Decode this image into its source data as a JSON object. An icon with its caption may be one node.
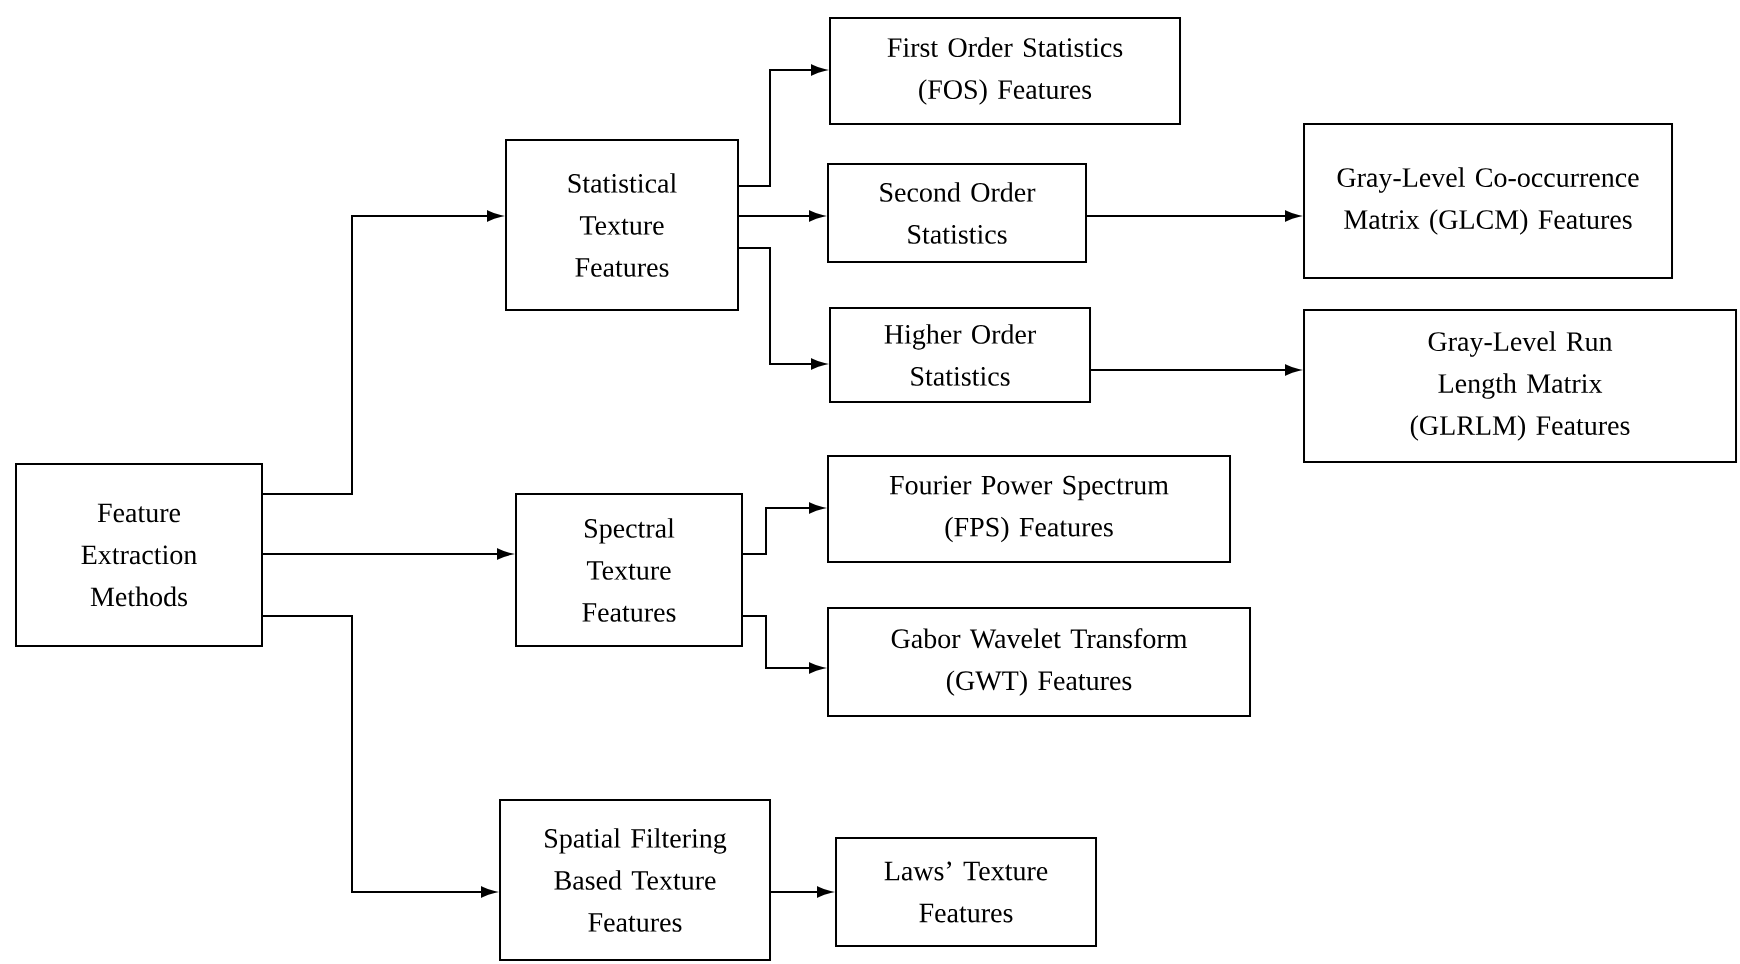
{
  "diagram": {
    "nodes": [
      {
        "text": [
          "Feature Extraction Methods"
        ]
      },
      {
        "text": [
          "Statistical Texture Features"
        ]
      },
      {
        "text": [
          "Spectral Texture Features"
        ]
      },
      {
        "text": [
          "Spatial Filtering Based Texture Features"
        ]
      },
      {
        "text": [
          "First Order Statistics (FOS) Features"
        ]
      },
      {
        "text": [
          "Second Order Statistics"
        ]
      },
      {
        "text": [
          "Higher Order Statistics"
        ]
      },
      {
        "text": [
          "Fourier Power Spectrum (FPS) Features"
        ]
      },
      {
        "text": [
          "Gabor Wavelet Transform (GWT) Features"
        ]
      },
      {
        "text": [
          "Laws’ Texture Features"
        ]
      },
      {
        "text": [
          "Gray-Level Co-occurrence Matrix (GLCM) Features"
        ]
      },
      {
        "text": [
          "Gray-Level Run Length Matrix (GLRLM) Features"
        ]
      }
    ],
    "edges": [
      {
        "from": 0,
        "to": 1,
        "arrow": "to"
      },
      {
        "from": 0,
        "to": 2,
        "arrow": "to"
      },
      {
        "from": 0,
        "to": 3,
        "arrow": "to"
      },
      {
        "from": 1,
        "to": 4,
        "arrow": "to"
      },
      {
        "from": 1,
        "to": 5,
        "arrow": "to"
      },
      {
        "from": 1,
        "to": 6,
        "arrow": "to"
      },
      {
        "from": 2,
        "to": 7,
        "arrow": "to"
      },
      {
        "from": 2,
        "to": 8,
        "arrow": "to"
      },
      {
        "from": 3,
        "to": 9,
        "arrow": "to"
      },
      {
        "from": 5,
        "to": 10,
        "arrow": "to"
      },
      {
        "from": 6,
        "to": 11,
        "arrow": "to"
      }
    ]
  }
}
